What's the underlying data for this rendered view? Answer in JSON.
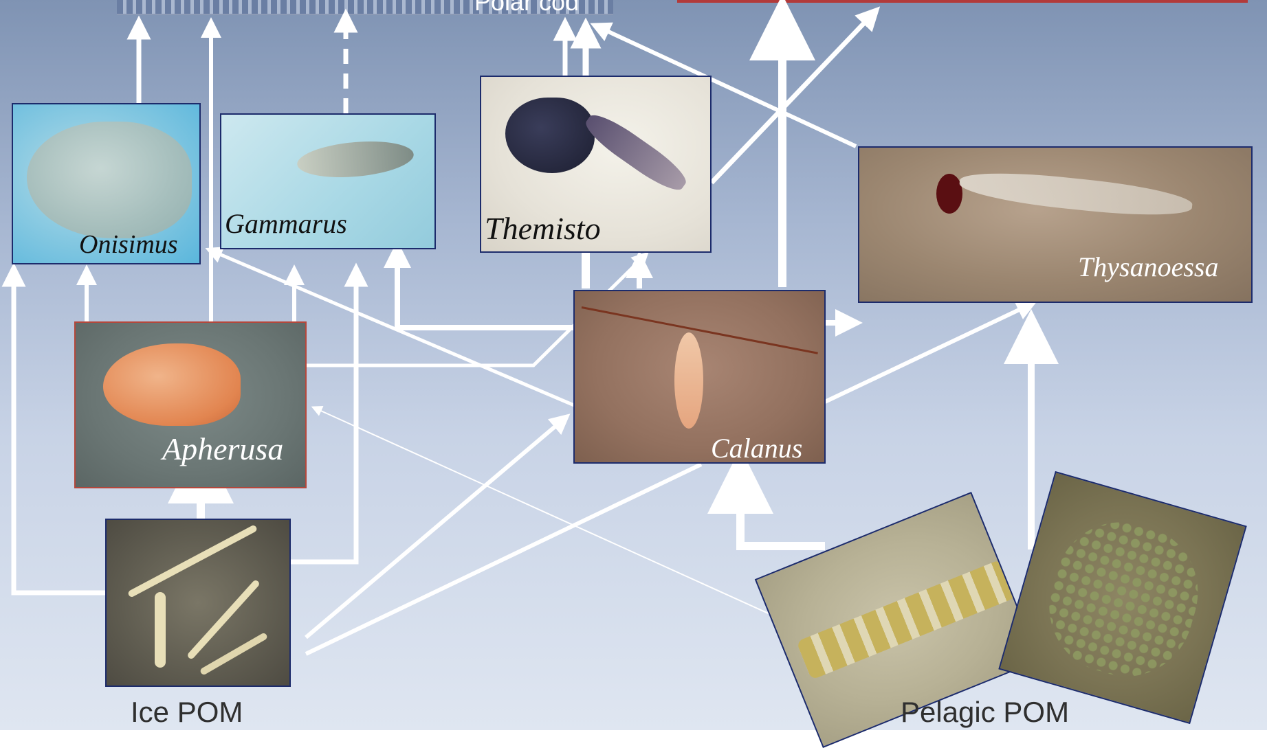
{
  "diagram": {
    "top_label": "Polar cod",
    "nodes": {
      "onisimus": "Onisimus",
      "gammarus": "Gammarus",
      "themisto": "Themisto",
      "thysanoessa": "Thysanoessa",
      "apherusa": "Apherusa",
      "calanus": "Calanus"
    },
    "sources": {
      "ice_pom": "Ice POM",
      "pelagic_pom": "Pelagic POM"
    }
  }
}
